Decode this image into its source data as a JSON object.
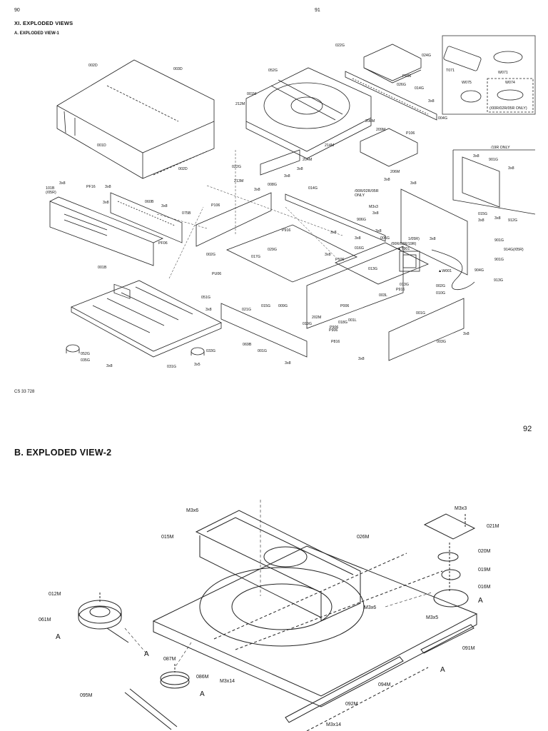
{
  "header": {
    "page_left": "90",
    "page_right": "91",
    "section_title": "XI. EXPLODED VIEWS",
    "subsection_title": "A. EXPLODED VIEW-1",
    "doc_code": "CS 33 728",
    "page2_number": "92",
    "section_b_title": "B. EXPLODED VIEW-2"
  },
  "view1_callouts": [
    "002D",
    "003D",
    "001D",
    "002D",
    "052G",
    "001M",
    "212M",
    "022G",
    "024G",
    "P606",
    "026G",
    "014G",
    "3x8",
    "004G",
    "208M",
    "209M",
    "P106",
    "214M",
    "204M",
    "206M",
    "3x8",
    "022G",
    "3x8",
    "213M",
    "008G",
    "3x8",
    "014G",
    "3x8",
    "3x8",
    "101B\n(/05R)",
    "3x8",
    "PF16",
    "3x8",
    "3x8",
    "060B",
    "075B",
    "3x8",
    "PF06",
    "P916",
    "029G",
    "002G",
    "P106",
    "001B",
    "PU06",
    "/00R/02R/05R\nONLY",
    "M3x3",
    "3x8",
    "3x8",
    "906G",
    "3x8",
    "005G",
    "1/05R)",
    "/00R/02R/19R)",
    "▲T901",
    "3x8",
    "3x8",
    "017G",
    "016G",
    "3x8",
    "P506",
    "015G",
    "009G",
    "021G",
    "051G",
    "3x8",
    "202M",
    "019G",
    "018G",
    "P906",
    "001L",
    "013G",
    "P006",
    "003L",
    "P916",
    "010G",
    "013G",
    "001G",
    "002G",
    "003G",
    "P906",
    "P816",
    "3x8",
    "3x8",
    "031G",
    "069B",
    "001G",
    "3x8",
    "052G",
    "035G",
    "033G",
    "3x5",
    "3x8",
    "▲W001",
    "904G",
    "901G",
    "913G",
    "3x8",
    "015G",
    "912G",
    "3x8",
    "914G(/05R)",
    "901G",
    "T071",
    "W071",
    "W075",
    "W074",
    "(/00R/02R/05R ONLY)",
    "/19R ONLY",
    "901G",
    "3x8",
    "3x8"
  ],
  "view2_callouts": [
    "M3x6",
    "015M",
    "026M",
    "M3x3",
    "021M",
    "020M",
    "019M",
    "016M",
    "A",
    "012M",
    "061M",
    "A",
    "A",
    "M3x6",
    "M3x5",
    "091M",
    "A",
    "087M",
    "086M",
    "095M",
    "M3x14",
    "A",
    "094M",
    "092M",
    "M3x14"
  ]
}
